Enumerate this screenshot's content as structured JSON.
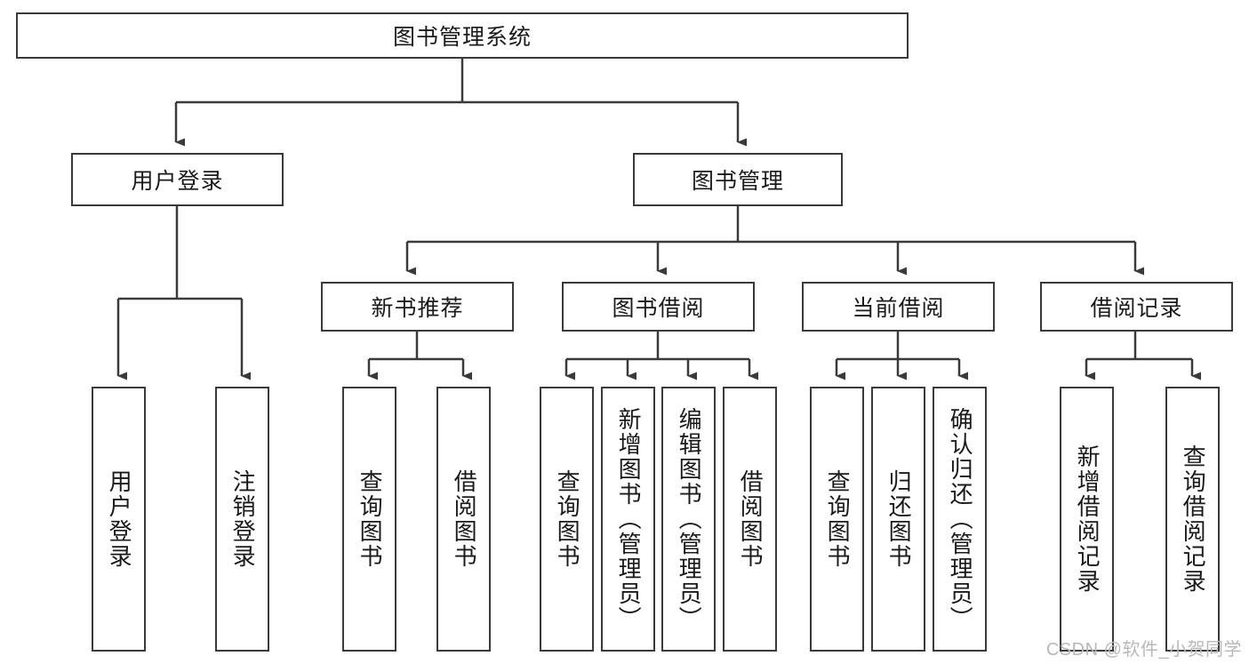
{
  "diagram": {
    "type": "tree-hierarchy",
    "title_node": {
      "label": "图书管理系统"
    },
    "level2": [
      {
        "id": "user-login",
        "label": "用户登录"
      },
      {
        "id": "book-management",
        "label": "图书管理"
      }
    ],
    "level3": [
      {
        "id": "new-book-recommend",
        "label": "新书推荐"
      },
      {
        "id": "book-borrow",
        "label": "图书借阅"
      },
      {
        "id": "current-borrow",
        "label": "当前借阅"
      },
      {
        "id": "borrow-record",
        "label": "借阅记录"
      }
    ],
    "leaves": {
      "user_login": [
        {
          "id": "leaf-user-login",
          "label": "用户登录"
        },
        {
          "id": "leaf-logout-login",
          "label": "注销登录"
        }
      ],
      "new_book_recommend": [
        {
          "id": "leaf-query-book-1",
          "label": "查询图书"
        },
        {
          "id": "leaf-borrow-book-1",
          "label": "借阅图书"
        }
      ],
      "book_borrow": [
        {
          "id": "leaf-query-book-2",
          "label": "查询图书"
        },
        {
          "id": "leaf-add-book-admin",
          "label": "新增图书（管理员）"
        },
        {
          "id": "leaf-edit-book-admin",
          "label": "编辑图书（管理员）"
        },
        {
          "id": "leaf-borrow-book-2",
          "label": "借阅图书"
        }
      ],
      "current_borrow": [
        {
          "id": "leaf-query-book-3",
          "label": "查询图书"
        },
        {
          "id": "leaf-return-book",
          "label": "归还图书"
        },
        {
          "id": "leaf-confirm-return-admin",
          "label": "确认归还（管理员）"
        }
      ],
      "borrow_record": [
        {
          "id": "leaf-add-borrow-record",
          "label": "新增借阅记录"
        },
        {
          "id": "leaf-query-borrow-record",
          "label": "查询借阅记录"
        }
      ]
    }
  },
  "watermark": {
    "text": "CSDN @软件_小贺同学"
  },
  "colors": {
    "stroke": "#3a3a3a",
    "background": "#ffffff",
    "text": "#1a1a1a",
    "watermark": "#b8b8b8"
  }
}
